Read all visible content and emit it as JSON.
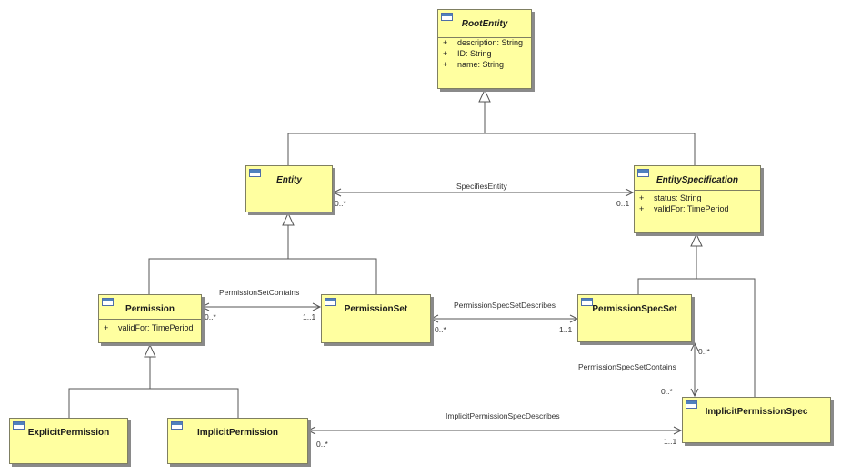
{
  "classes": {
    "root_entity": {
      "name": "RootEntity",
      "attributes": [
        {
          "vis": "+",
          "text": "description: String"
        },
        {
          "vis": "+",
          "text": "ID: String"
        },
        {
          "vis": "+",
          "text": "name: String"
        }
      ]
    },
    "entity": {
      "name": "Entity"
    },
    "entity_specification": {
      "name": "EntitySpecification",
      "attributes": [
        {
          "vis": "+",
          "text": "status: String"
        },
        {
          "vis": "+",
          "text": "validFor: TimePeriod"
        }
      ]
    },
    "permission": {
      "name": "Permission",
      "attributes": [
        {
          "vis": "+",
          "text": "validFor: TimePeriod"
        }
      ]
    },
    "permission_set": {
      "name": "PermissionSet"
    },
    "permission_spec_set": {
      "name": "PermissionSpecSet"
    },
    "explicit_permission": {
      "name": "ExplicitPermission"
    },
    "implicit_permission": {
      "name": "ImplicitPermission"
    },
    "implicit_permission_spec": {
      "name": "ImplicitPermissionSpec"
    }
  },
  "associations": {
    "specifies_entity": {
      "name": "SpecifiesEntity",
      "source_mult": "0..*",
      "target_mult": "0..1"
    },
    "permission_set_contains": {
      "name": "PermissionSetContains",
      "source_mult": "0..*",
      "target_mult": "1..1"
    },
    "permission_spec_set_describes": {
      "name": "PermissionSpecSetDescribes",
      "source_mult": "0..*",
      "target_mult": "1..1"
    },
    "permission_spec_set_contains": {
      "name": "PermissionSpecSetContains",
      "source_mult": "0..*",
      "target_mult": "0..*"
    },
    "implicit_permission_spec_describes": {
      "name": "ImplicitPermissionSpecDescribes",
      "source_mult": "0..*",
      "target_mult": "1..1"
    }
  },
  "colors": {
    "class_fill": "#ffffa0",
    "class_border": "#7f7f62",
    "line": "#555555",
    "icon": "#4f81bd"
  }
}
